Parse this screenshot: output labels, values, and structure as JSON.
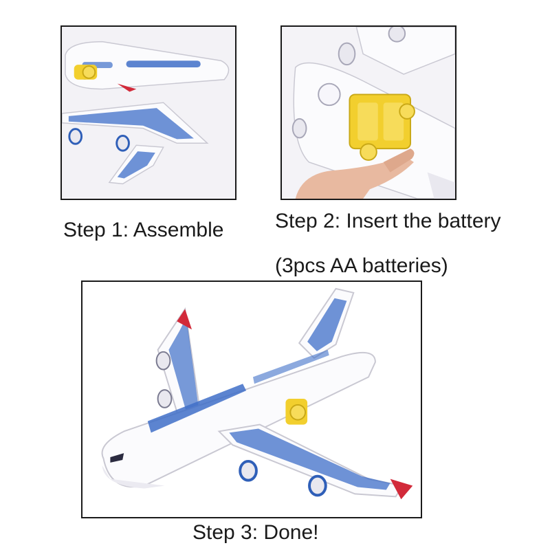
{
  "steps": [
    {
      "caption": "Step 1: Assemble"
    },
    {
      "caption": "Step 2: Insert the battery",
      "note": "(3pcs AA batteries)"
    },
    {
      "caption": "Step 3: Done!"
    }
  ],
  "colors": {
    "body": "#f7f6fb",
    "window_blue": "#3f6fc8",
    "engine_blue": "#2f5fb8",
    "tail_red": "#d22a3a",
    "battery_yellow": "#f2cf2e",
    "border": "#1a1a1a"
  },
  "icons": [
    "toy-airplane-parts-image",
    "toy-airplane-battery-image",
    "toy-airplane-assembled-image"
  ]
}
